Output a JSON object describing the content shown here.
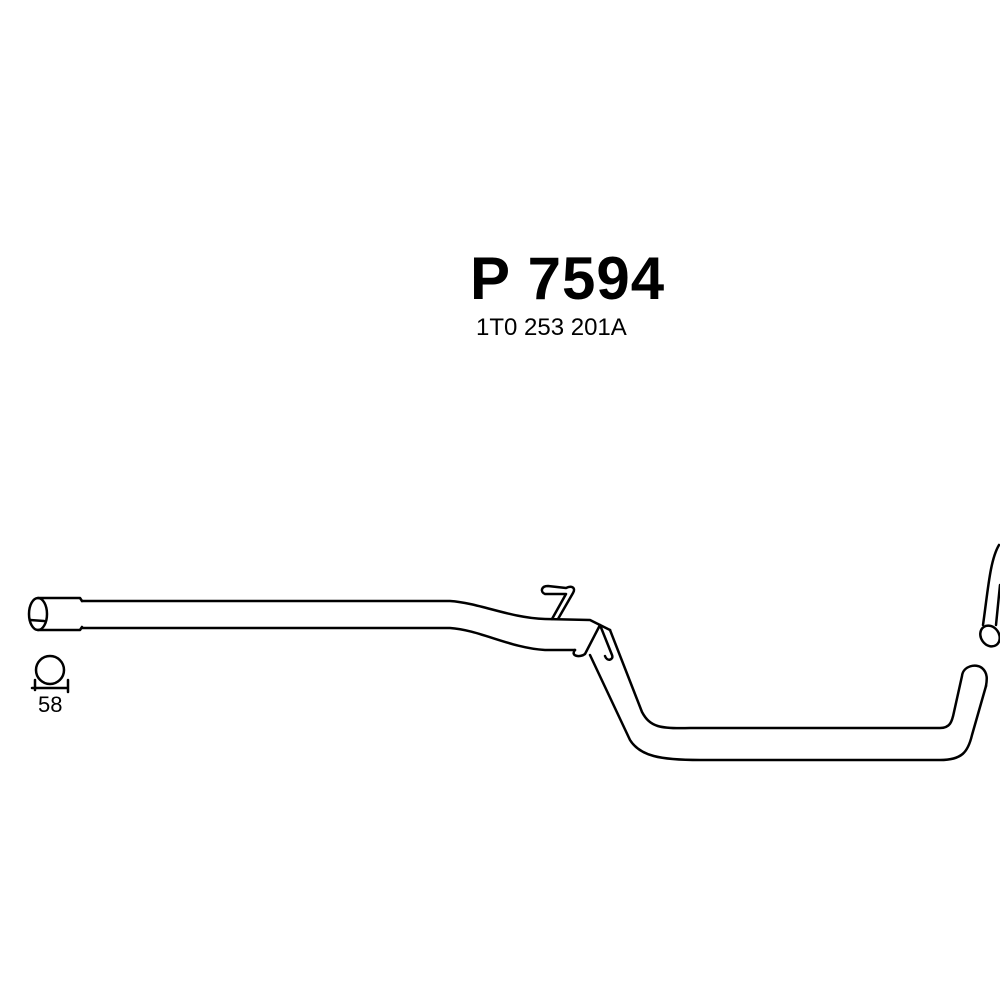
{
  "part": {
    "number": "P 7594",
    "oe_reference": "1T0 253 201A"
  },
  "accessories": [
    {
      "icon": "clamp-icon",
      "label": "58"
    }
  ]
}
